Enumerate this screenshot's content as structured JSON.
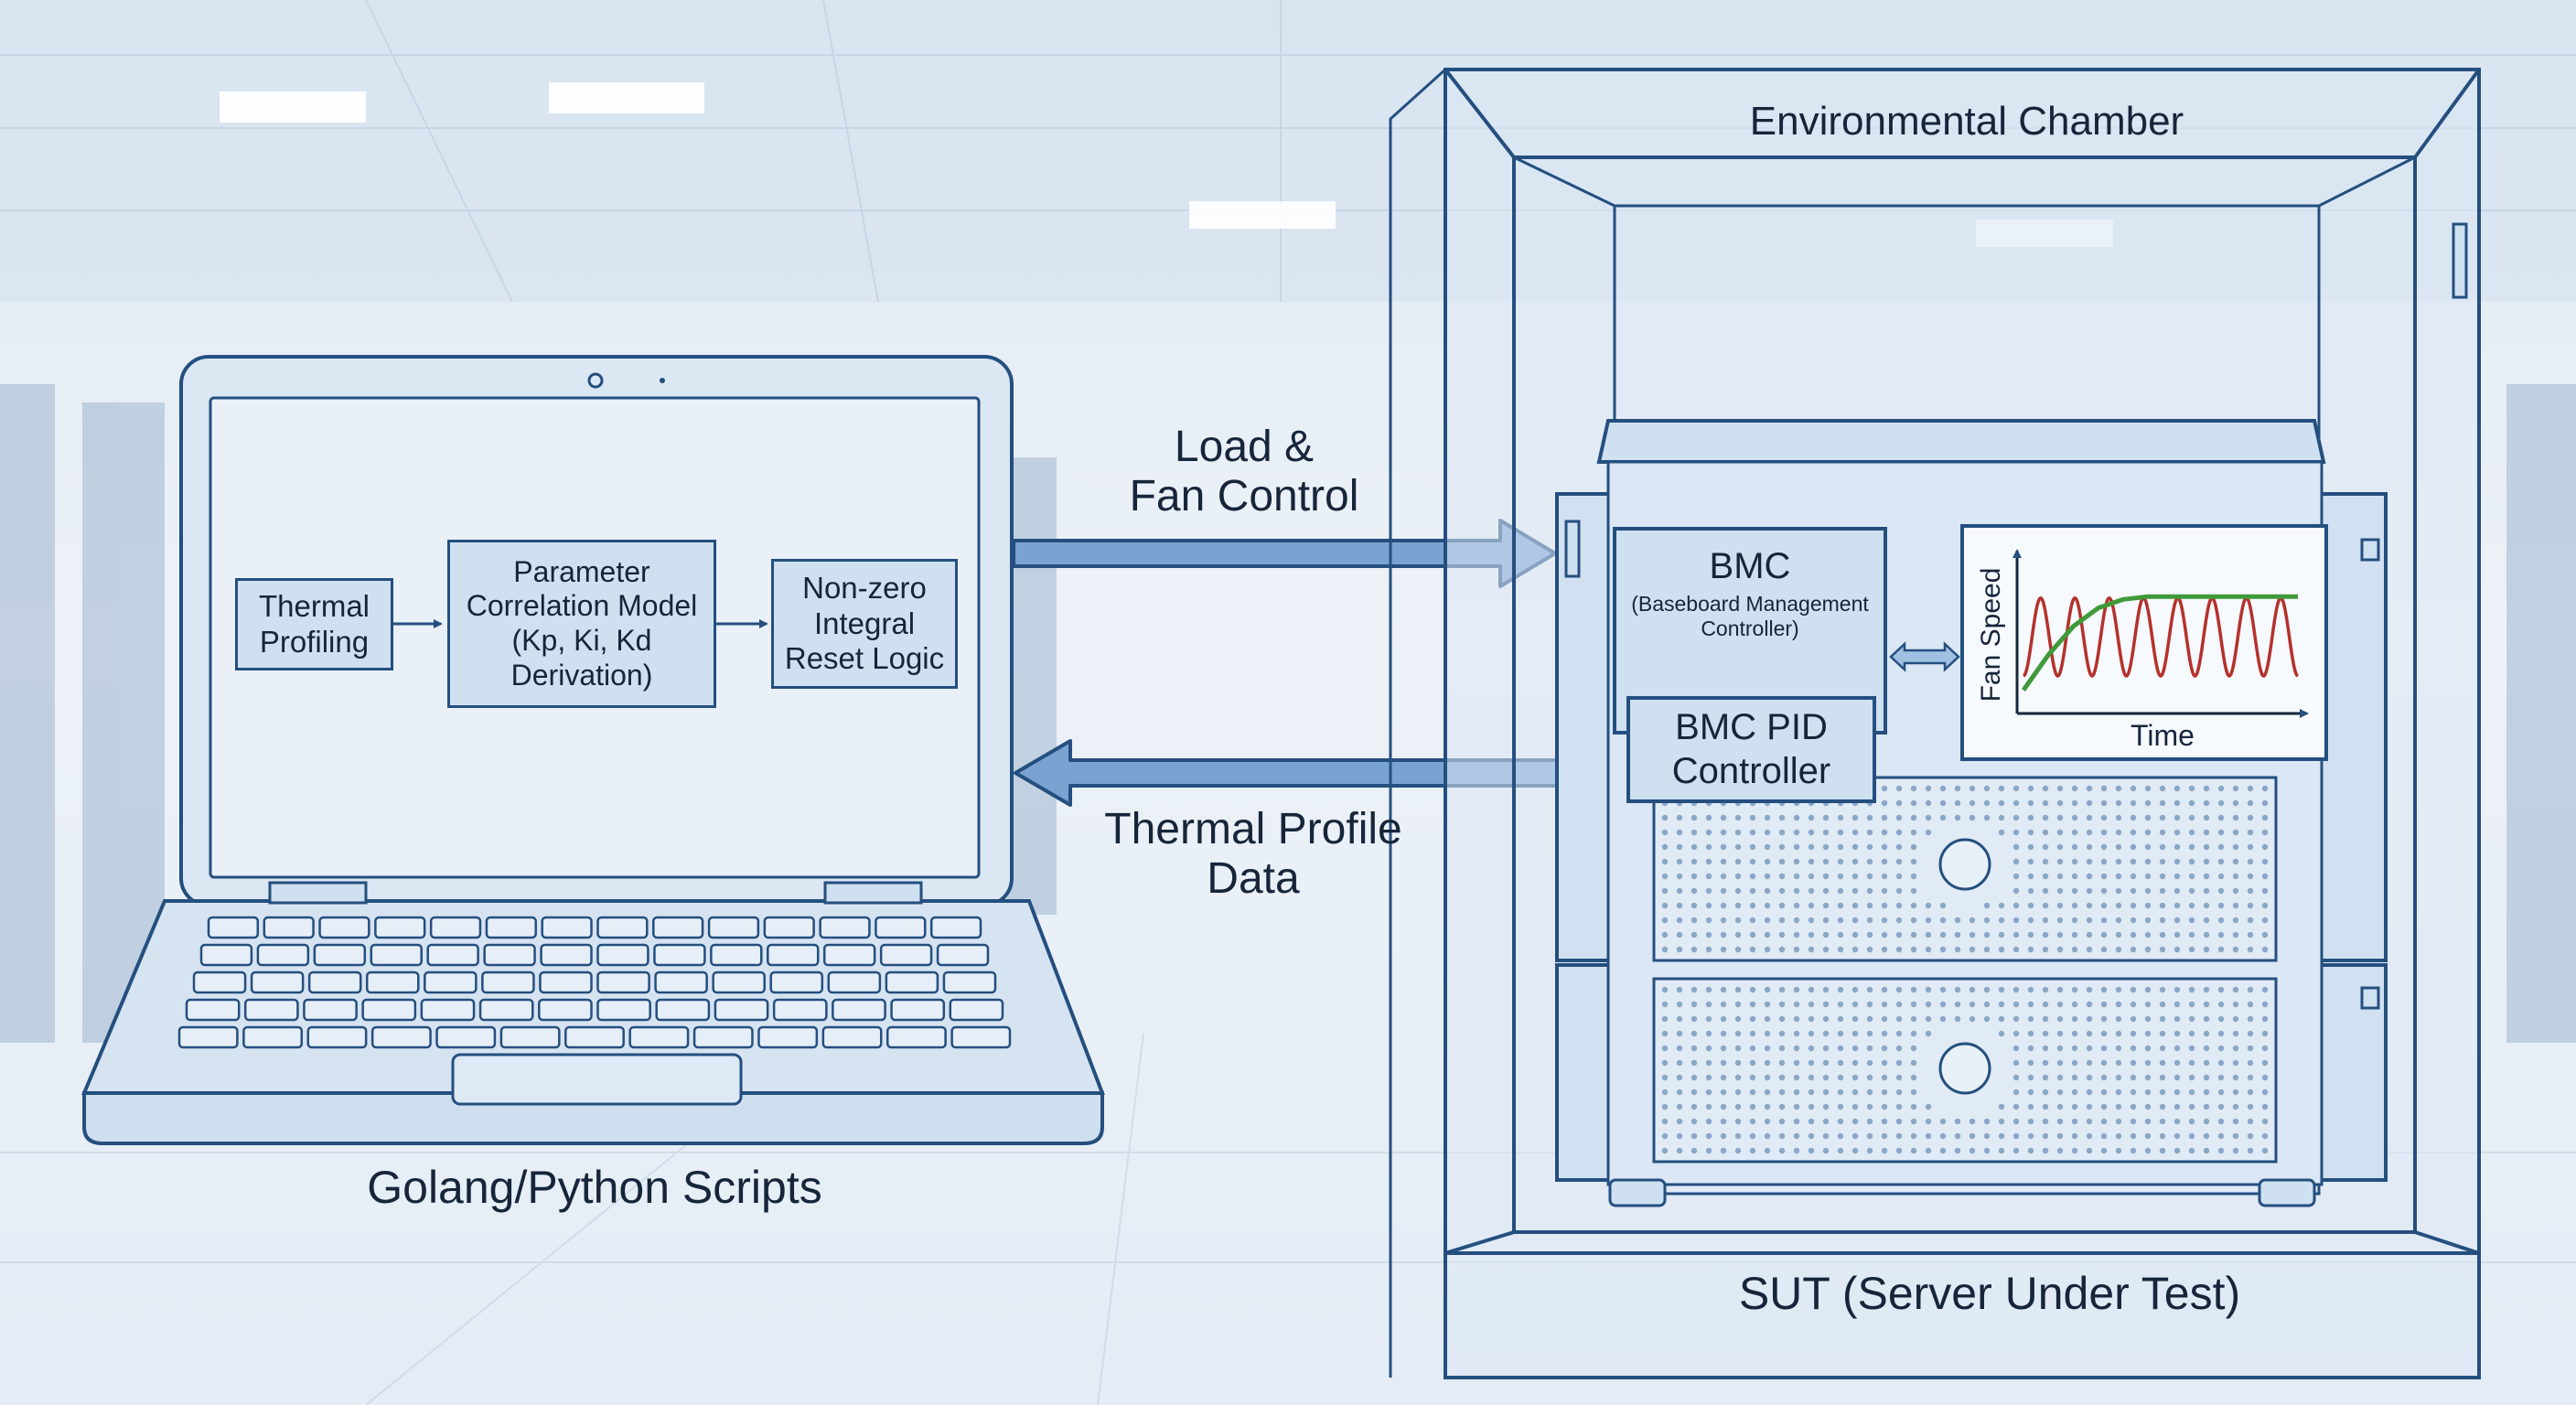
{
  "labels": {
    "laptop_caption": "Golang/Python Scripts",
    "load_fan": [
      "Load &",
      "Fan Control"
    ],
    "thermal_profile": [
      "Thermal Profile",
      "Data"
    ],
    "chamber": "Environmental Chamber",
    "sut": "SUT (Server Under Test)"
  },
  "laptop_flow": [
    {
      "lines": [
        "Thermal",
        "Profiling"
      ]
    },
    {
      "lines": [
        "Parameter",
        "Correlation Model",
        "(Kp, Ki, Kd",
        "Derivation)"
      ]
    },
    {
      "lines": [
        "Non-zero",
        "Integral",
        "Reset Logic"
      ]
    }
  ],
  "server": {
    "bmc_title": "BMC",
    "bmc_subtitle": [
      "(Baseboard Management",
      "Controller)"
    ],
    "pid_controller": [
      "BMC PID",
      "Controller"
    ]
  },
  "chart_data": {
    "type": "line",
    "title": "",
    "xlabel": "Time",
    "ylabel": "Fan Speed",
    "x_ticks": [],
    "y_ticks": [],
    "series": [
      {
        "color": "#b4322c",
        "style": "oscillating",
        "values": [
          0.2,
          0.75,
          0.2,
          0.75,
          0.2,
          0.75,
          0.2,
          0.75,
          0.2,
          0.75,
          0.2,
          0.75,
          0.2,
          0.75,
          0.2,
          0.75
        ]
      },
      {
        "color": "#3f9a3a",
        "style": "settling",
        "values": [
          0.1,
          0.35,
          0.55,
          0.68,
          0.74,
          0.76,
          0.76,
          0.76,
          0.76,
          0.76,
          0.76,
          0.76
        ]
      }
    ]
  },
  "colors": {
    "outline": "#244f7f",
    "box_fill": "#cfe0f1",
    "background": "#e6eef6",
    "arrow": "#4f82be"
  }
}
